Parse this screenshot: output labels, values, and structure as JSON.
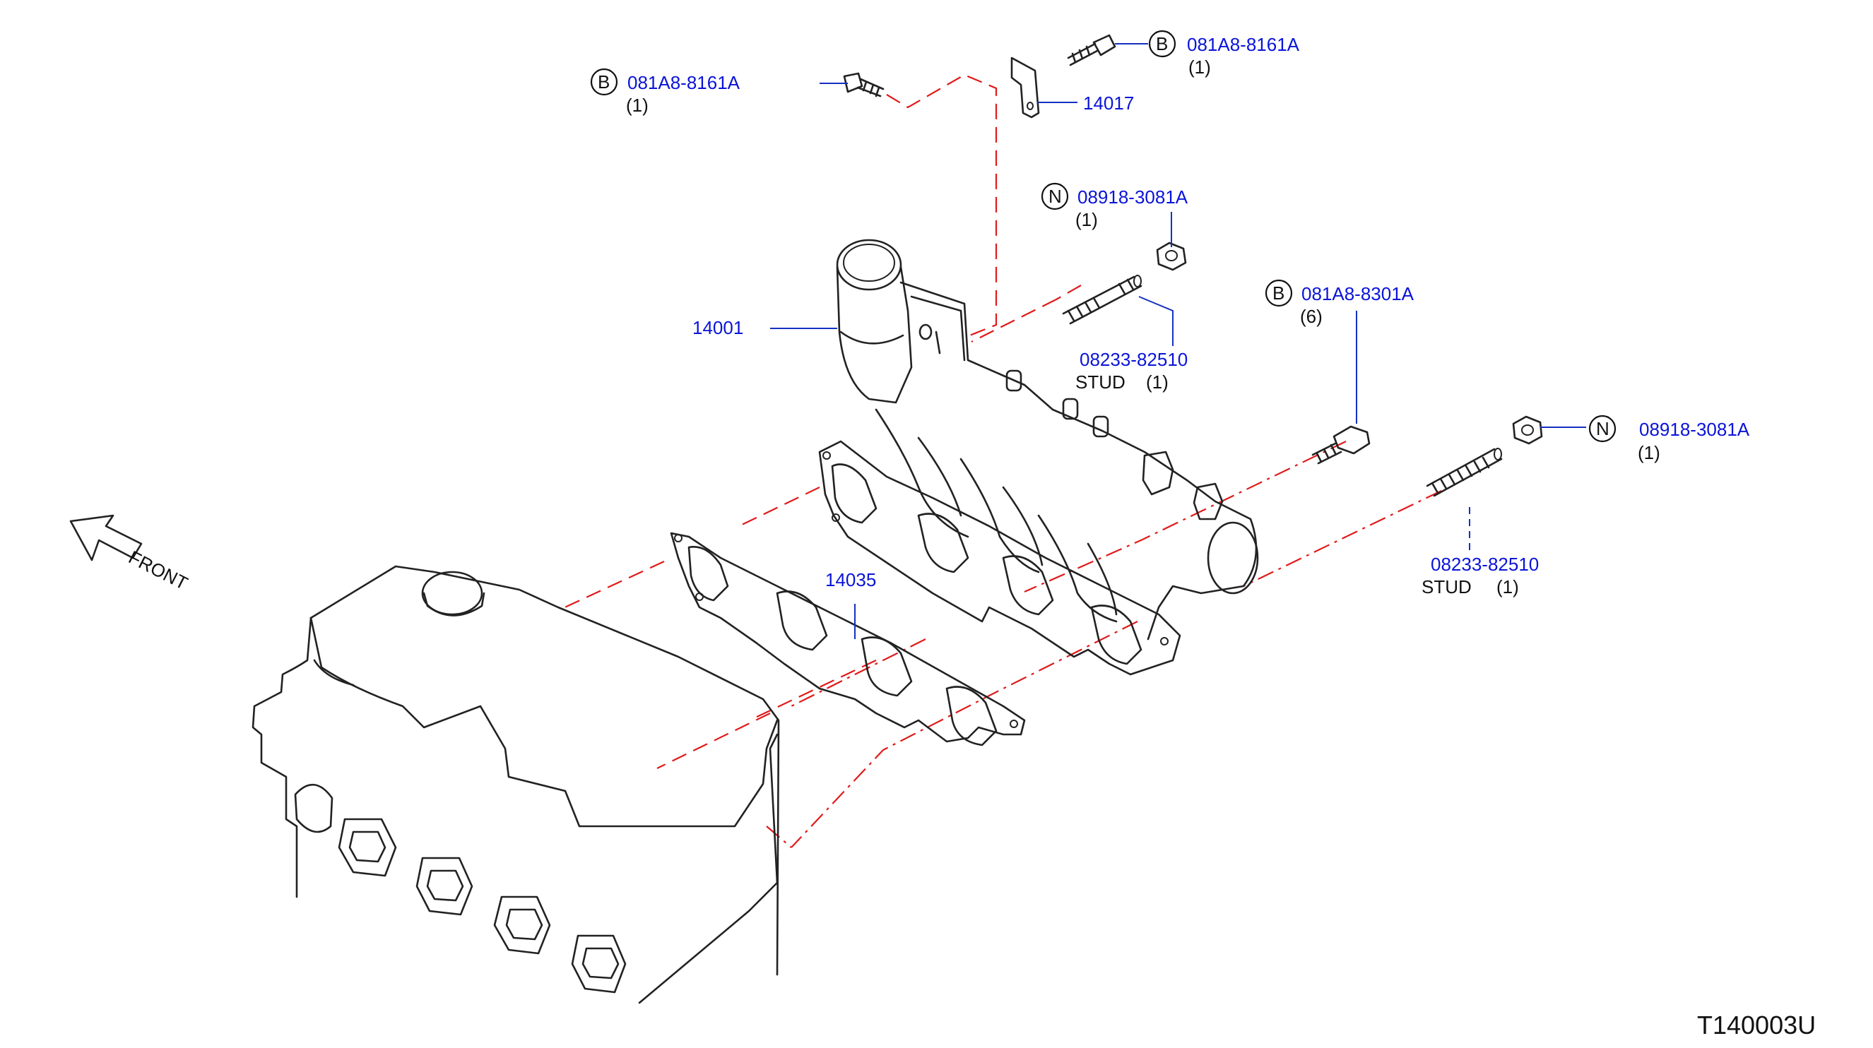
{
  "callouts": {
    "bolt_top_right": {
      "letter": "B",
      "part": "081A8-8161A",
      "qty": "(1)"
    },
    "bolt_top_left": {
      "letter": "B",
      "part": "081A8-8161A",
      "qty": "(1)"
    },
    "bracket": {
      "part": "14017"
    },
    "nut_upper": {
      "letter": "N",
      "part": "08918-3081A",
      "qty": "(1)"
    },
    "manifold": {
      "part": "14001"
    },
    "stud_upper": {
      "part": "08233-82510",
      "name": "STUD",
      "qty": "(1)"
    },
    "bolt_manifold": {
      "letter": "B",
      "part": "081A8-8301A",
      "qty": "(6)"
    },
    "nut_lower": {
      "letter": "N",
      "part": "08918-3081A",
      "qty": "(1)"
    },
    "stud_lower": {
      "part": "08233-82510",
      "name": "STUD",
      "qty": "(1)"
    },
    "gasket": {
      "part": "14035"
    }
  },
  "front_label": "FRONT",
  "figure_id": "T140003U",
  "colors": {
    "label": "#0a14d8",
    "leader": "#1530c0",
    "dash": "#e01a1a",
    "line": "#222222"
  }
}
